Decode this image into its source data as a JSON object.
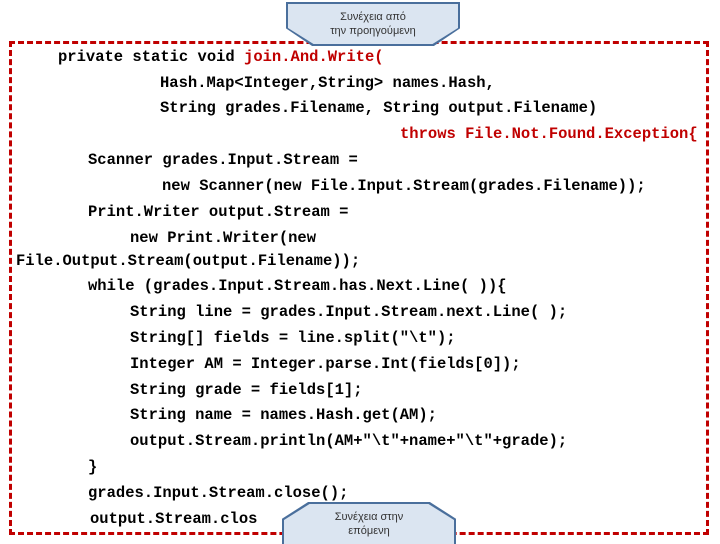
{
  "nav": {
    "prev_label": "Συνέχεια από\nτην προηγούμενη",
    "next_label": "Συνέχεια στην\nεπόμενη"
  },
  "code": {
    "l1a": "private static void ",
    "l1b": "join.And.Write(",
    "l2": "Hash.Map<Integer,String> names.Hash,",
    "l3": "String grades.Filename, String output.Filename)",
    "l4": "throws File.Not.Found.Exception{",
    "l5": "Scanner grades.Input.Stream =",
    "l6": "new Scanner(new File.Input.Stream(grades.Filename));",
    "l7": "Print.Writer output.Stream =",
    "l8": "new Print.Writer(new",
    "l9": "File.Output.Stream(output.Filename));",
    "l10": "while (grades.Input.Stream.has.Next.Line( )){",
    "l11": "String line = grades.Input.Stream.next.Line( );",
    "l12": "String[] fields = line.split(\"\\t\");",
    "l13": "Integer AM = Integer.parse.Int(fields[0]);",
    "l14": "String grade = fields[1];",
    "l15": "String name = names.Hash.get(AM);",
    "l16": "output.Stream.println(AM+\"\\t\"+name+\"\\t\"+grade);",
    "l17": "}",
    "l18": "grades.Input.Stream.close();",
    "l19": "output.Stream.clos"
  },
  "colors": {
    "border": "#c00000",
    "keyword_red": "#c00000",
    "tab_fill": "#dbe5f1",
    "tab_border": "#4a6f9c"
  }
}
